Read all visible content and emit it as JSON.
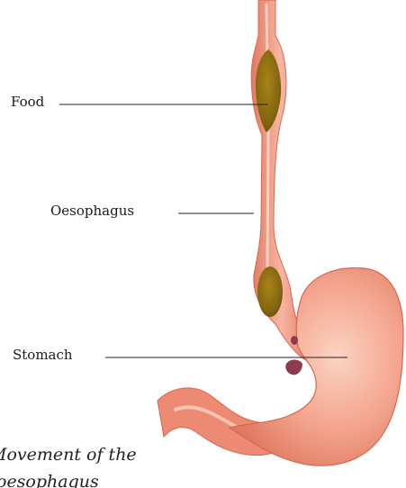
{
  "labels": {
    "food": "Food",
    "oesophagus": "Oesophagus",
    "stomach": "Stomach"
  },
  "caption": {
    "line1": "Movement of the",
    "line2": "oesophagus"
  },
  "colors": {
    "tissue": "#f08f78",
    "tissue_light": "#f7b8a4",
    "tissue_dark": "#d8664f",
    "lumen": "#f9cbbb",
    "food_bolus": "#8b6a10",
    "food_dark": "#5e470a",
    "sphincter": "#8e3b4f",
    "leader_line": "#222222"
  }
}
